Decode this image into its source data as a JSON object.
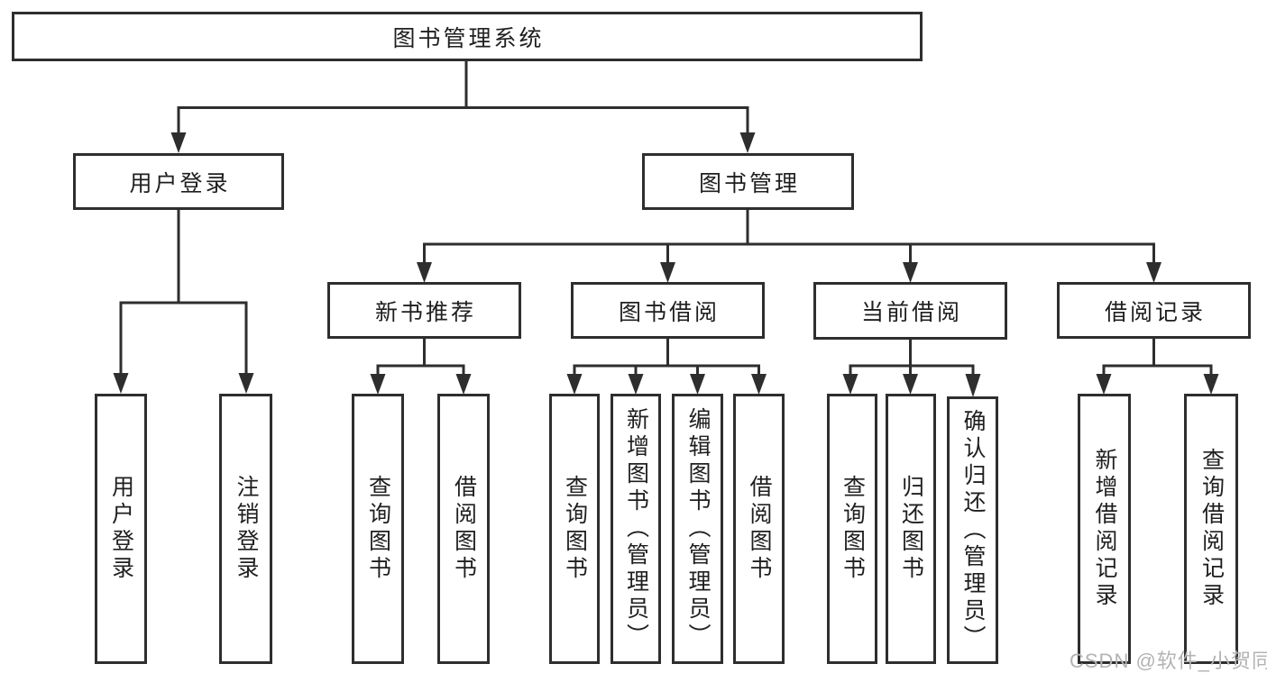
{
  "title": "图书管理系统",
  "watermark": "CSDN @软件_小贺同学",
  "colors": {
    "line": "#2e2e2e",
    "text": "#1f1f1f",
    "box_background": "#ffffff",
    "watermark": "#b3b3b3",
    "page_background": "#ffffff"
  },
  "tree": {
    "root": {
      "label": "图书管理系统",
      "children": [
        {
          "label": "用户登录",
          "children": [
            {
              "label": "用户登录"
            },
            {
              "label": "注销登录"
            }
          ]
        },
        {
          "label": "图书管理",
          "children": [
            {
              "label": "新书推荐",
              "children": [
                {
                  "label": "查询图书"
                },
                {
                  "label": "借阅图书"
                }
              ]
            },
            {
              "label": "图书借阅",
              "children": [
                {
                  "label": "查询图书"
                },
                {
                  "label": "新增图书（管理员）"
                },
                {
                  "label": "编辑图书（管理员）"
                },
                {
                  "label": "借阅图书"
                }
              ]
            },
            {
              "label": "当前借阅",
              "children": [
                {
                  "label": "查询图书"
                },
                {
                  "label": "归还图书"
                },
                {
                  "label": "确认归还（管理员）"
                }
              ]
            },
            {
              "label": "借阅记录",
              "children": [
                {
                  "label": "新增借阅记录"
                },
                {
                  "label": "查询借阅记录"
                }
              ]
            }
          ]
        }
      ]
    }
  }
}
